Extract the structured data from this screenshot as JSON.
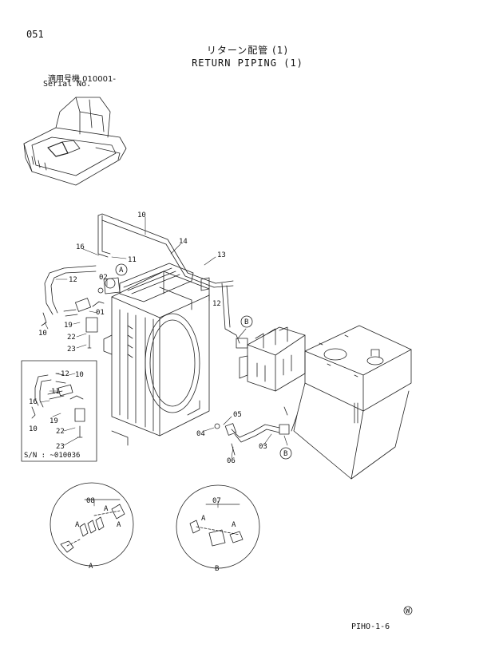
{
  "header": {
    "page_number": "051",
    "title_jp": "リターン配管 (1)",
    "title_en": "RETURN PIPING (1)",
    "serial_jp": "適用号機 010001-",
    "serial_en": "Serial No."
  },
  "parts": {
    "p01": "01",
    "p02": "02",
    "p03": "03",
    "p04": "04",
    "p05": "05",
    "p06": "06",
    "p07": "07",
    "p08": "08",
    "p10": "10",
    "p11": "11",
    "p12": "12",
    "p13": "13",
    "p14": "14",
    "p16": "16",
    "p19": "19",
    "p22": "22",
    "p23": "23"
  },
  "callouts": {
    "a": "A",
    "b": "B"
  },
  "inset": {
    "serial": "S/N :  ~010036"
  },
  "details": {
    "a_caption": "A",
    "b_caption": "B"
  },
  "footer": {
    "code": "PIHO-1-6",
    "mark": "W"
  }
}
